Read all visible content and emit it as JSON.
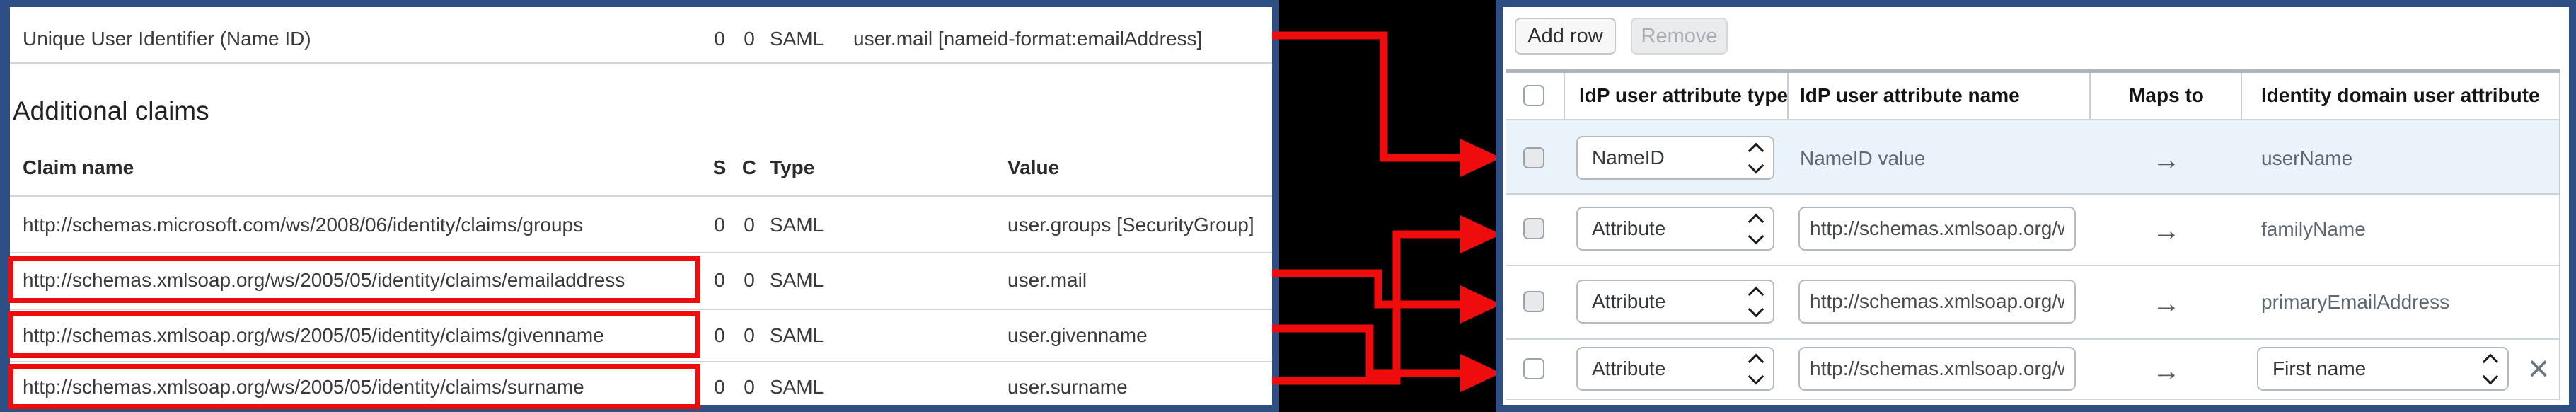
{
  "colors": {
    "panel_border_navy": "#2e4e86",
    "arrow_red": "#ee0c0c",
    "claim_highlight_red": "#ee0c0c",
    "selected_row_blue": "#ebf3fa",
    "black_gap": "#000000"
  },
  "left_panel": {
    "nameid_row": {
      "claim": "Unique User Identifier (Name ID)",
      "s": "0",
      "c": "0",
      "type": "SAML",
      "value": "user.mail [nameid-format:emailAddress]"
    },
    "section_title": "Additional claims",
    "headers": {
      "claim": "Claim name",
      "s": "S",
      "c": "C",
      "type": "Type",
      "value": "Value"
    },
    "claims": [
      {
        "claim": "http://schemas.microsoft.com/ws/2008/06/identity/claims/groups",
        "s": "0",
        "c": "0",
        "type": "SAML",
        "value": "user.groups [SecurityGroup]"
      },
      {
        "claim": "http://schemas.xmlsoap.org/ws/2005/05/identity/claims/emailaddress",
        "s": "0",
        "c": "0",
        "type": "SAML",
        "value": "user.mail"
      },
      {
        "claim": "http://schemas.xmlsoap.org/ws/2005/05/identity/claims/givenname",
        "s": "0",
        "c": "0",
        "type": "SAML",
        "value": "user.givenname"
      },
      {
        "claim": "http://schemas.xmlsoap.org/ws/2005/05/identity/claims/surname",
        "s": "0",
        "c": "0",
        "type": "SAML",
        "value": "user.surname"
      }
    ]
  },
  "right_panel": {
    "toolbar": {
      "add_row": "Add row",
      "remove": "Remove"
    },
    "headers": {
      "type": "IdP user attribute type",
      "name": "IdP user attribute name",
      "maps_to": "Maps to",
      "identity": "Identity domain user attribute"
    },
    "maps_to_glyph": "→",
    "close_glyph": "×",
    "rows": [
      {
        "type": "NameID",
        "name": "NameID value",
        "target": "userName"
      },
      {
        "type": "Attribute",
        "name": "http://schemas.xmlsoap.org/w",
        "target": "familyName"
      },
      {
        "type": "Attribute",
        "name": "http://schemas.xmlsoap.org/w",
        "target": "primaryEmailAddress"
      },
      {
        "type": "Attribute",
        "name": "http://schemas.xmlsoap.org/w",
        "target": "First name"
      }
    ]
  }
}
